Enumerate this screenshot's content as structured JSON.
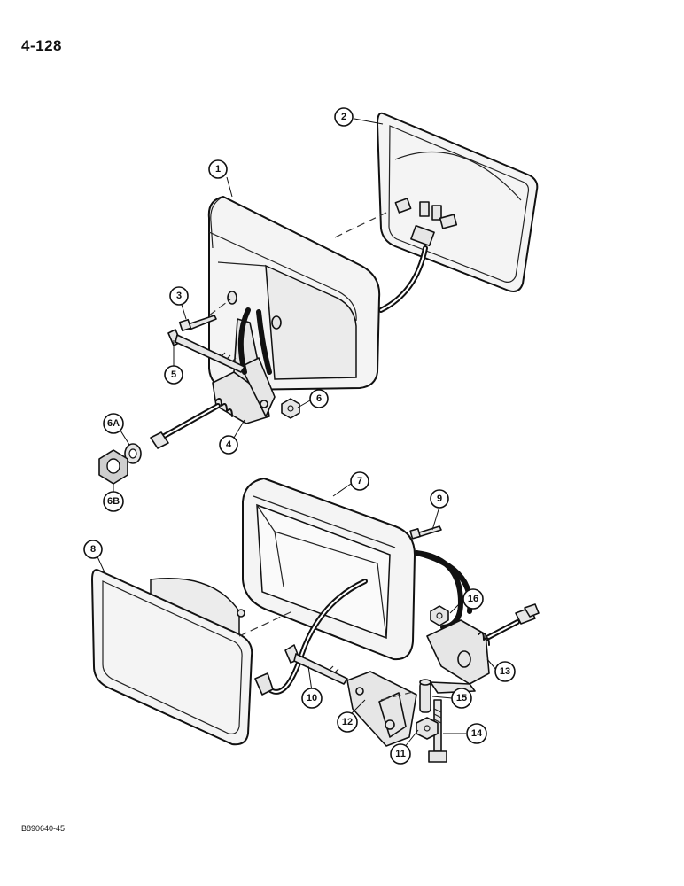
{
  "page": {
    "page_number": "4-128",
    "figure_code": "B890640-45"
  },
  "callouts": [
    {
      "id": "1",
      "label": "1"
    },
    {
      "id": "2",
      "label": "2"
    },
    {
      "id": "3",
      "label": "3"
    },
    {
      "id": "4",
      "label": "4"
    },
    {
      "id": "5",
      "label": "5"
    },
    {
      "id": "6",
      "label": "6"
    },
    {
      "id": "6A",
      "label": "6A"
    },
    {
      "id": "6B",
      "label": "6B"
    },
    {
      "id": "7",
      "label": "7"
    },
    {
      "id": "8",
      "label": "8"
    },
    {
      "id": "9",
      "label": "9"
    },
    {
      "id": "10",
      "label": "10"
    },
    {
      "id": "11",
      "label": "11"
    },
    {
      "id": "12",
      "label": "12"
    },
    {
      "id": "13",
      "label": "13"
    },
    {
      "id": "14",
      "label": "14"
    },
    {
      "id": "15",
      "label": "15"
    },
    {
      "id": "16",
      "label": "16"
    }
  ]
}
